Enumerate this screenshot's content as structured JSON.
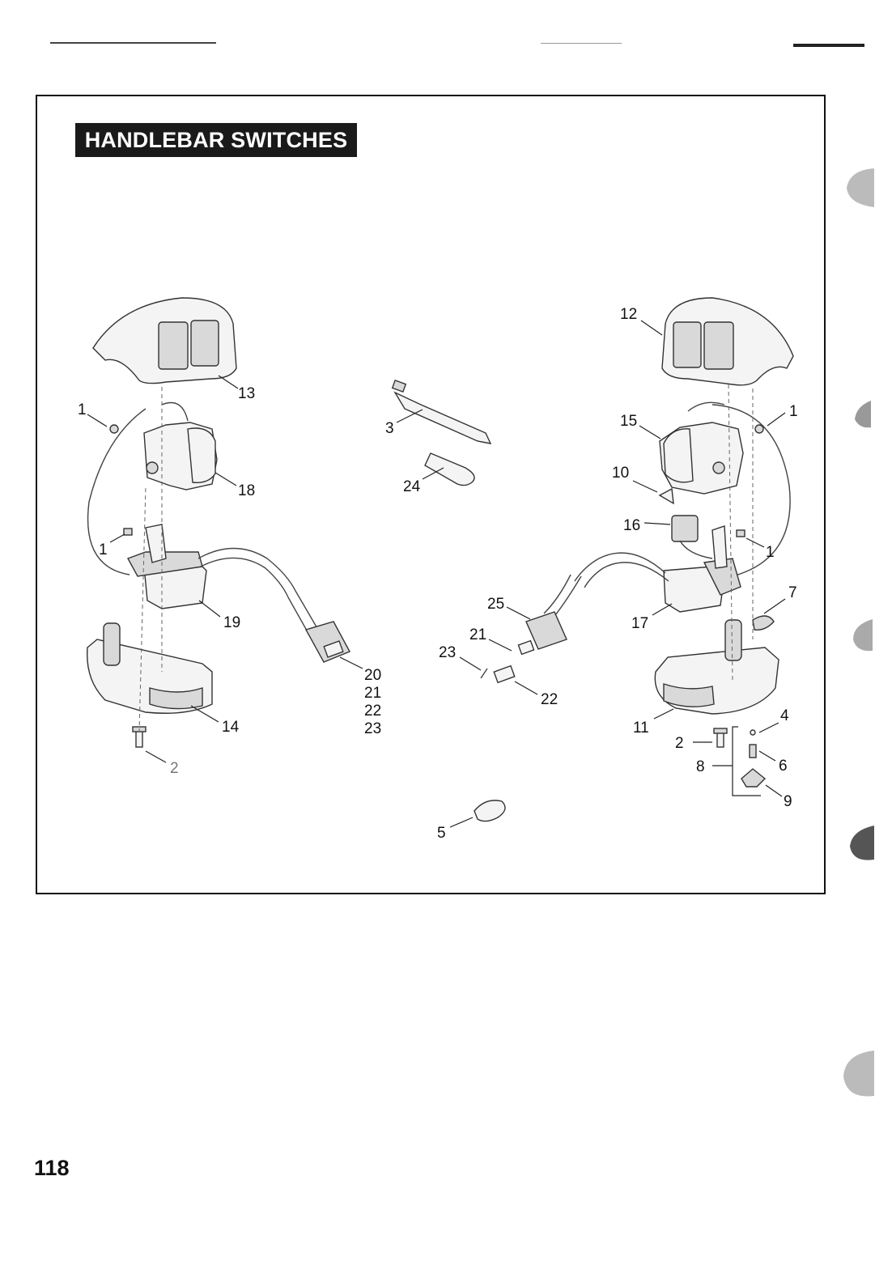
{
  "title": "HANDLEBAR SWITCHES",
  "page_number": "118",
  "callouts": [
    {
      "id": "c13",
      "text": "13"
    },
    {
      "id": "c1a",
      "text": "1"
    },
    {
      "id": "c18",
      "text": "18"
    },
    {
      "id": "c1b",
      "text": "1"
    },
    {
      "id": "c19",
      "text": "19"
    },
    {
      "id": "c14",
      "text": "14"
    },
    {
      "id": "c2a",
      "text": "2"
    },
    {
      "id": "c20",
      "text": "20"
    },
    {
      "id": "c21a",
      "text": "21"
    },
    {
      "id": "c22a",
      "text": "22"
    },
    {
      "id": "c23a",
      "text": "23"
    },
    {
      "id": "c3",
      "text": "3"
    },
    {
      "id": "c24",
      "text": "24"
    },
    {
      "id": "c25",
      "text": "25"
    },
    {
      "id": "c21b",
      "text": "21"
    },
    {
      "id": "c23b",
      "text": "23"
    },
    {
      "id": "c22b",
      "text": "22"
    },
    {
      "id": "c5",
      "text": "5"
    },
    {
      "id": "c12",
      "text": "12"
    },
    {
      "id": "c1c",
      "text": "1"
    },
    {
      "id": "c15",
      "text": "15"
    },
    {
      "id": "c10",
      "text": "10"
    },
    {
      "id": "c16",
      "text": "16"
    },
    {
      "id": "c1d",
      "text": "1"
    },
    {
      "id": "c7",
      "text": "7"
    },
    {
      "id": "c17",
      "text": "17"
    },
    {
      "id": "c11",
      "text": "11"
    },
    {
      "id": "c4",
      "text": "4"
    },
    {
      "id": "c2b",
      "text": "2"
    },
    {
      "id": "c6",
      "text": "6"
    },
    {
      "id": "c8",
      "text": "8"
    },
    {
      "id": "c9",
      "text": "9"
    }
  ]
}
